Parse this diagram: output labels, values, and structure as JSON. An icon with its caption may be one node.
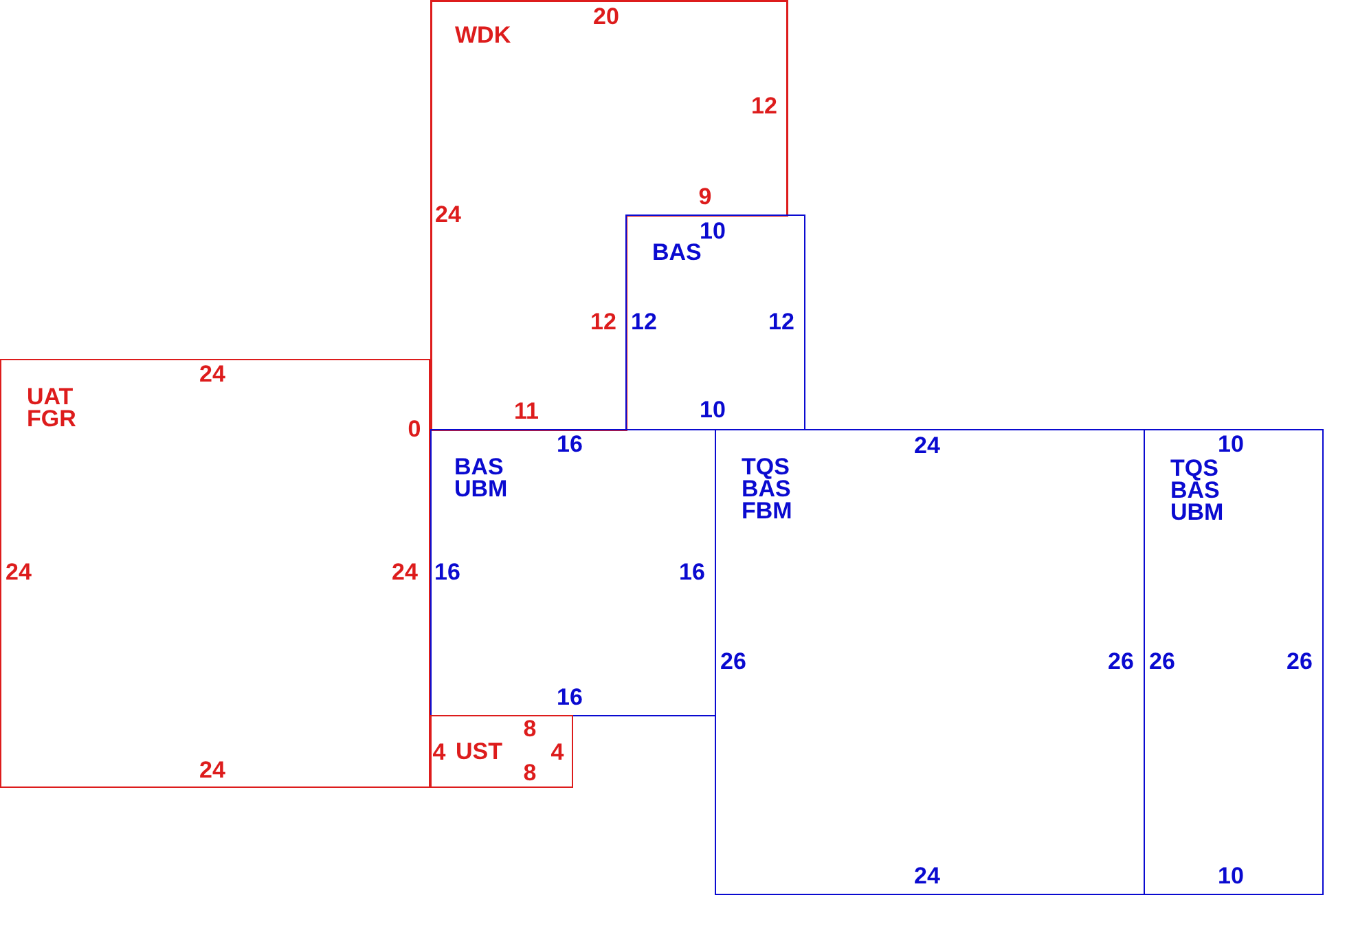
{
  "diagram": {
    "nodes": [
      {
        "text": [
          "WDK",
          "20",
          "12",
          "9",
          "24",
          "12",
          "11"
        ]
      },
      {
        "text": [
          "BAS",
          "10",
          "12",
          "12",
          "10"
        ]
      },
      {
        "text": [
          "UAT FGR",
          "24",
          "24",
          "24",
          "24",
          "0"
        ]
      },
      {
        "text": [
          "BAS UBM",
          "16",
          "16",
          "16",
          "16"
        ]
      },
      {
        "text": [
          "UST",
          "8",
          "4",
          "4",
          "8"
        ]
      },
      {
        "text": [
          "TQS BAS FBM",
          "24",
          "26",
          "26",
          "24"
        ]
      },
      {
        "text": [
          "TQS BAS UBM",
          "10",
          "26",
          "26",
          "10"
        ]
      }
    ]
  }
}
